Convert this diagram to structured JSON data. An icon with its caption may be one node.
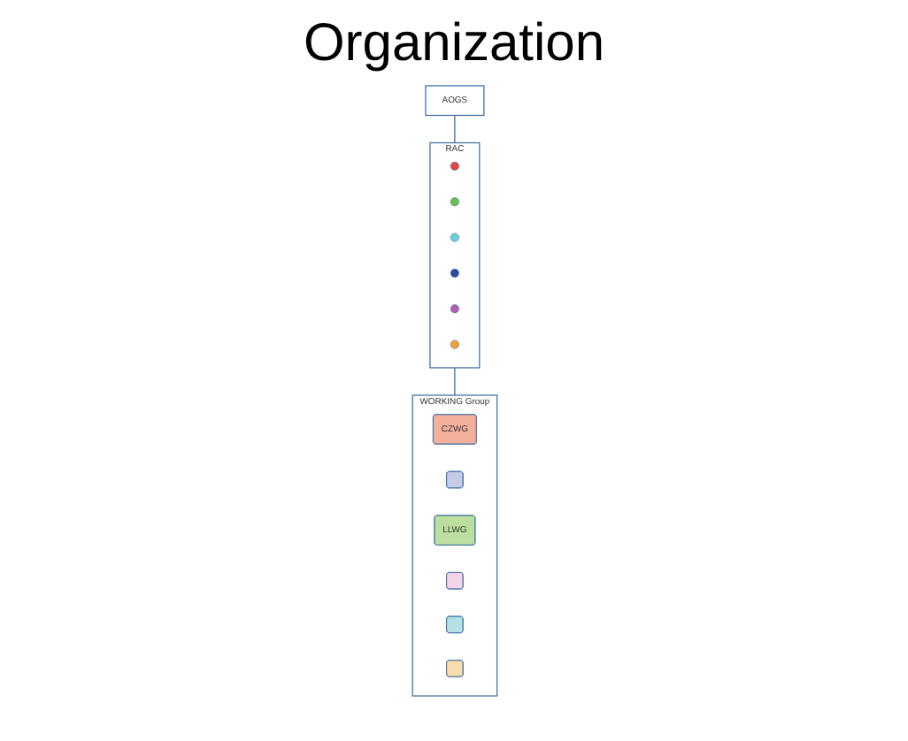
{
  "diagram": {
    "title": "Organization",
    "nodes": [
      {
        "text": [
          "AOGS"
        ]
      },
      {
        "text": [
          "RAC"
        ]
      },
      {
        "text": [],
        "shape": "circle",
        "in": 1
      },
      {
        "text": [],
        "shape": "circle",
        "in": 1
      },
      {
        "text": [],
        "shape": "circle",
        "in": 1
      },
      {
        "text": [],
        "shape": "circle",
        "in": 1
      },
      {
        "text": [],
        "shape": "circle",
        "in": 1
      },
      {
        "text": [],
        "shape": "circle",
        "in": 1
      },
      {
        "text": [
          "WORKING Group"
        ]
      },
      {
        "text": [
          "CZWG"
        ],
        "in": 8
      },
      {
        "text": [],
        "shape": "box",
        "in": 8
      },
      {
        "text": [
          "LLWG"
        ],
        "in": 8
      },
      {
        "text": [],
        "shape": "box",
        "in": 8
      },
      {
        "text": [],
        "shape": "box",
        "in": 8
      },
      {
        "text": [],
        "shape": "box",
        "in": 8
      }
    ],
    "edges": [
      {
        "from": 0,
        "to": 1,
        "arrow": "none"
      },
      {
        "from": 1,
        "to": 8,
        "arrow": "none"
      }
    ]
  }
}
